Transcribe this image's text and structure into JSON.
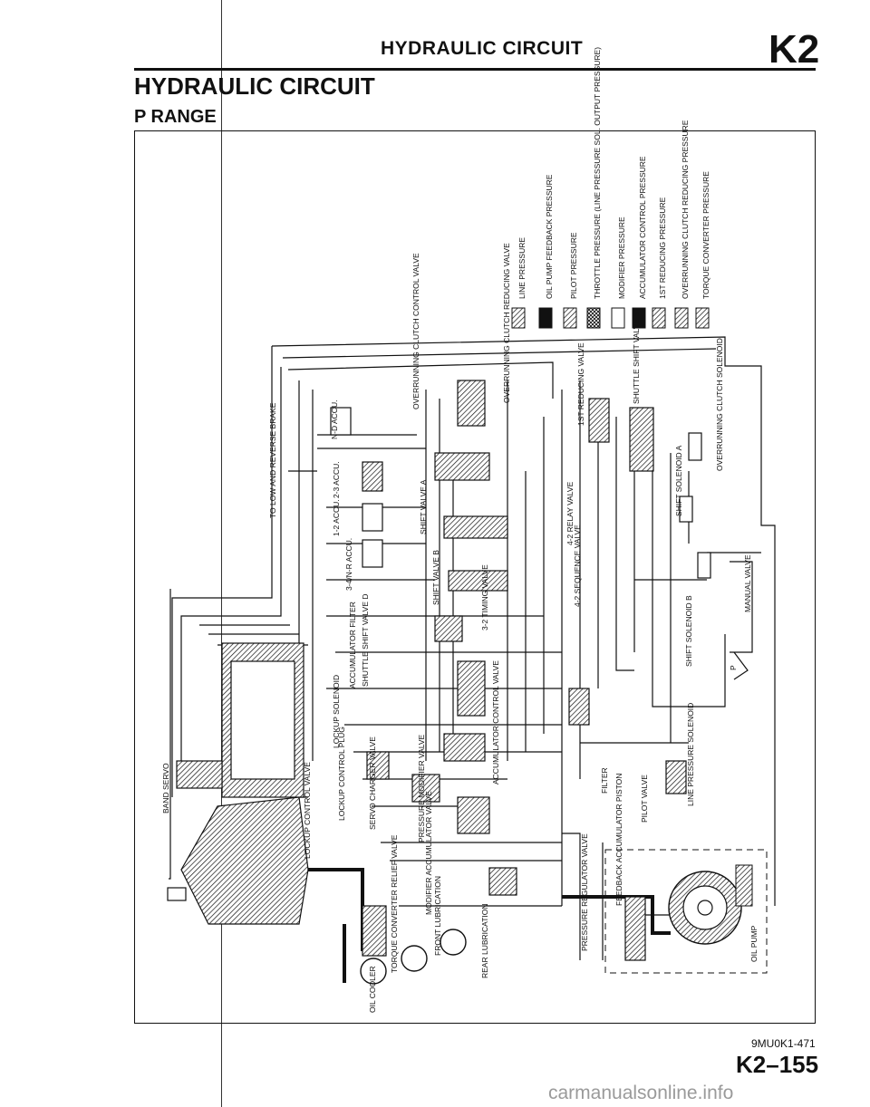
{
  "header": {
    "title": "HYDRAULIC CIRCUIT",
    "code": "K2"
  },
  "page_title": "HYDRAULIC CIRCUIT",
  "page_subtitle": "P RANGE",
  "legend": [
    {
      "label": "LINE PRESSURE",
      "pattern": "hatch"
    },
    {
      "label": "OIL PUMP FEEDBACK PRESSURE",
      "pattern": "solid"
    },
    {
      "label": "PILOT PRESSURE",
      "pattern": "hatch"
    },
    {
      "label": "THROTTLE PRESSURE (LINE PRESSURE SOL. OUTPUT PRESSURE)",
      "pattern": "cross"
    },
    {
      "label": "MODIFIER PRESSURE",
      "pattern": "empty"
    },
    {
      "label": "ACCUMULATOR CONTROL PRESSURE",
      "pattern": "solid"
    },
    {
      "label": "1ST REDUCING PRESSURE",
      "pattern": "hatch"
    },
    {
      "label": "OVERRUNNING CLUTCH REDUCING PRESSURE",
      "pattern": "hatch"
    },
    {
      "label": "TORQUE CONVERTER PRESSURE",
      "pattern": "hatch"
    }
  ],
  "components": {
    "band_servo": "BAND SERVO",
    "to_low_reverse_brake": "TO LOW AND REVERSE BRAKE",
    "overrunning_clutch_control_valve": "OVERRUNNING CLUTCH CONTROL VALVE",
    "overrunning_clutch_reducing_valve": "OVERRUNNING CLUTCH REDUCING VALVE",
    "first_reducing_valve": "1ST REDUCING VALVE",
    "shuttle_shift_valve_s": "SHUTTLE SHIFT VALVE S",
    "overrunning_clutch_solenoid": "OVERRUNNING CLUTCH SOLENOID",
    "shift_solenoid_a": "SHIFT SOLENOID A",
    "shift_solenoid_b": "SHIFT SOLENOID B",
    "manual_valve": "MANUAL VALVE",
    "n_d_accu": "N-D ACCU.",
    "two_three_accu": "2-3 ACCU.",
    "one_two_accu": "1-2 ACCU.",
    "three_four_nr_accu": "3-4/N-R ACCU.",
    "shift_valve_a": "SHIFT VALVE A",
    "shift_valve_b": "SHIFT VALVE B",
    "four_two_relay_valve": "4-2 RELAY VALVE",
    "four_two_sequence_valve": "4-2 SEQUENCE VALVE",
    "three_two_timing_valve": "3-2 TIMING VALVE",
    "accumulator_filter": "ACCUMULATOR FILTER",
    "shuttle_shift_valve_d": "SHUTTLE SHIFT VALVE D",
    "lockup_solenoid": "LOCKUP SOLENOID",
    "lockup_control_plug": "LOCKUP CONTROL PLUG",
    "lockup_control_valve": "LOCKUP CONTROL VALVE",
    "servo_charger_valve": "SERVO CHARGER VALVE",
    "pressure_modifier_valve": "PRESSURE MODIFIER VALVE",
    "modifier_accumulator_valve": "MODIFIER ACCUMULATOR VALVE",
    "accumulator_control_valve": "ACCUMULATOR CONTROL VALVE",
    "filter": "FILTER",
    "pilot_valve": "PILOT VALVE",
    "line_pressure_solenoid": "LINE PRESSURE SOLENOID",
    "feedback_accumulator_piston": "FEEDBACK ACCUMULATOR PISTON",
    "pressure_regulator_valve": "PRESSURE REGULATOR VALVE",
    "torque_converter_relief_valve": "TORQUE CONVERTER RELIEF VALVE",
    "front_lubrication": "FRONT LUBRICATION",
    "rear_lubrication": "REAR LUBRICATION",
    "oil_cooler": "OIL COOLER",
    "oil_pump": "OIL PUMP",
    "manual_p": "P"
  },
  "footer": {
    "fig_code": "9MU0K1-471",
    "page_number": "K2–155"
  },
  "watermark": "carmanualsonline.info"
}
